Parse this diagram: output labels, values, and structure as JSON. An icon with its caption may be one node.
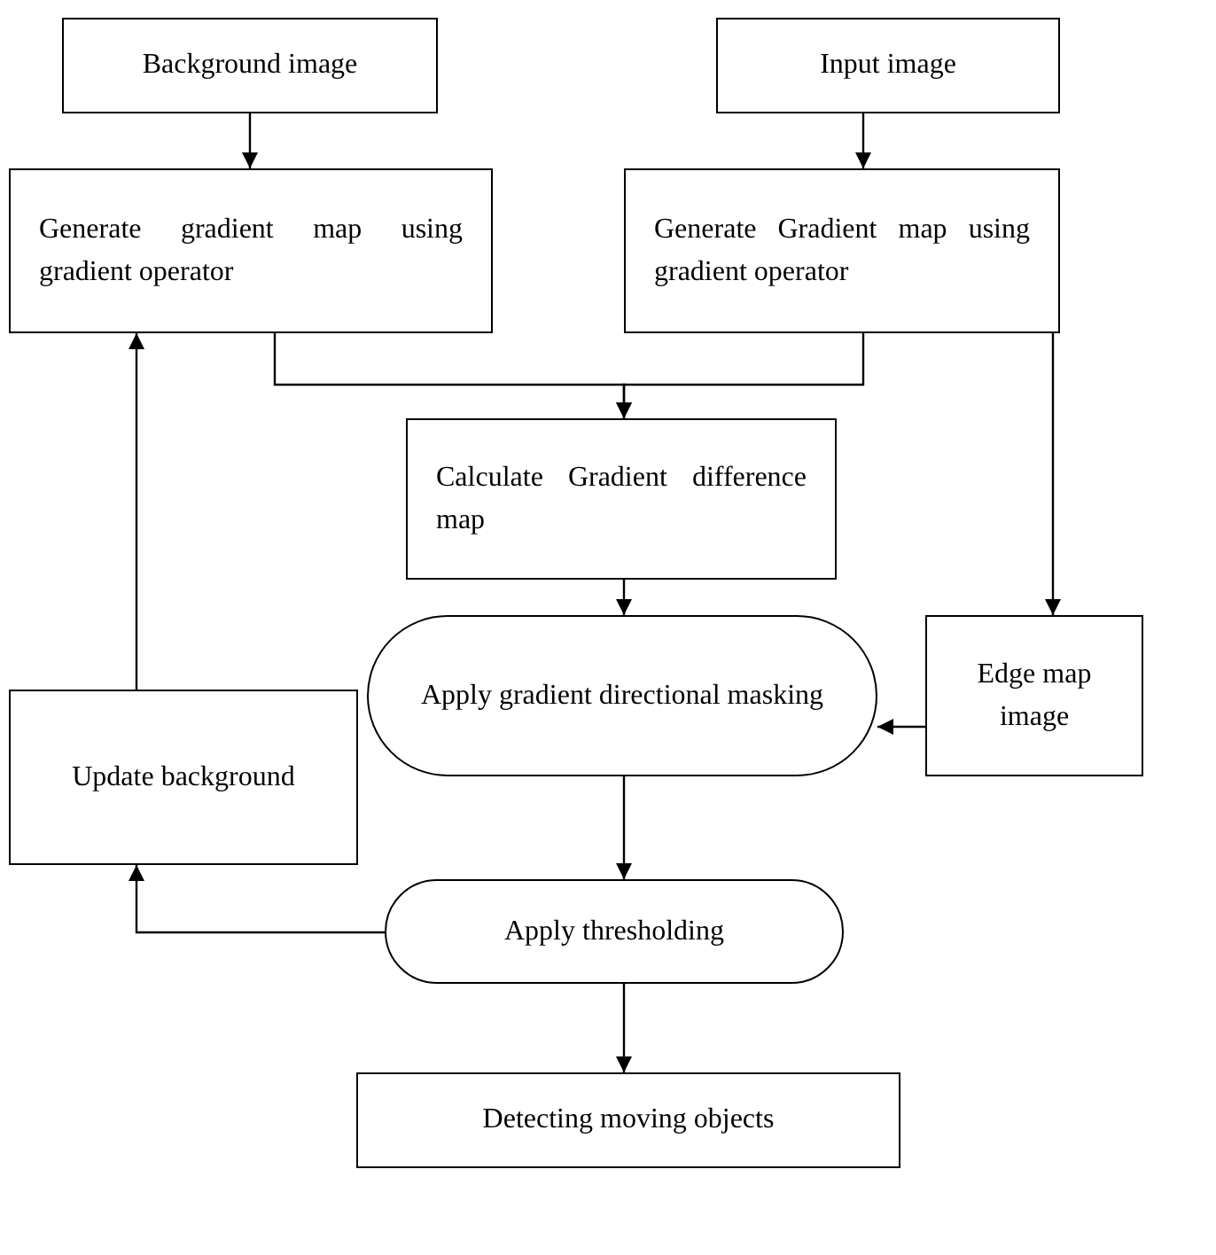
{
  "diagram": {
    "nodes": [
      {
        "text": [
          "Background image"
        ]
      },
      {
        "text": [
          "Input image"
        ]
      },
      {
        "text": [
          "Generate gradient map using gradient operator"
        ]
      },
      {
        "text": [
          "Generate Gradient map using gradient operator"
        ]
      },
      {
        "text": [
          "Calculate Gradient difference map"
        ]
      },
      {
        "text": [
          "Apply gradient directional masking"
        ]
      },
      {
        "text": [
          "Edge map image"
        ]
      },
      {
        "text": [
          "Update background"
        ]
      },
      {
        "text": [
          "Apply thresholding"
        ]
      },
      {
        "text": [
          "Detecting moving objects"
        ]
      }
    ],
    "edges": [
      {
        "from": 0,
        "to": 2,
        "arrow": "to"
      },
      {
        "from": 1,
        "to": 3,
        "arrow": "to"
      },
      {
        "from": 2,
        "to": 4,
        "arrow": "to"
      },
      {
        "from": 3,
        "to": 4,
        "arrow": "to"
      },
      {
        "from": 3,
        "to": 6,
        "arrow": "to"
      },
      {
        "from": 4,
        "to": 5,
        "arrow": "to"
      },
      {
        "from": 6,
        "to": 5,
        "arrow": "to"
      },
      {
        "from": 5,
        "to": 8,
        "arrow": "to"
      },
      {
        "from": 8,
        "to": 7,
        "arrow": "to"
      },
      {
        "from": 7,
        "to": 2,
        "arrow": "to"
      },
      {
        "from": 8,
        "to": 9,
        "arrow": "to"
      }
    ]
  }
}
